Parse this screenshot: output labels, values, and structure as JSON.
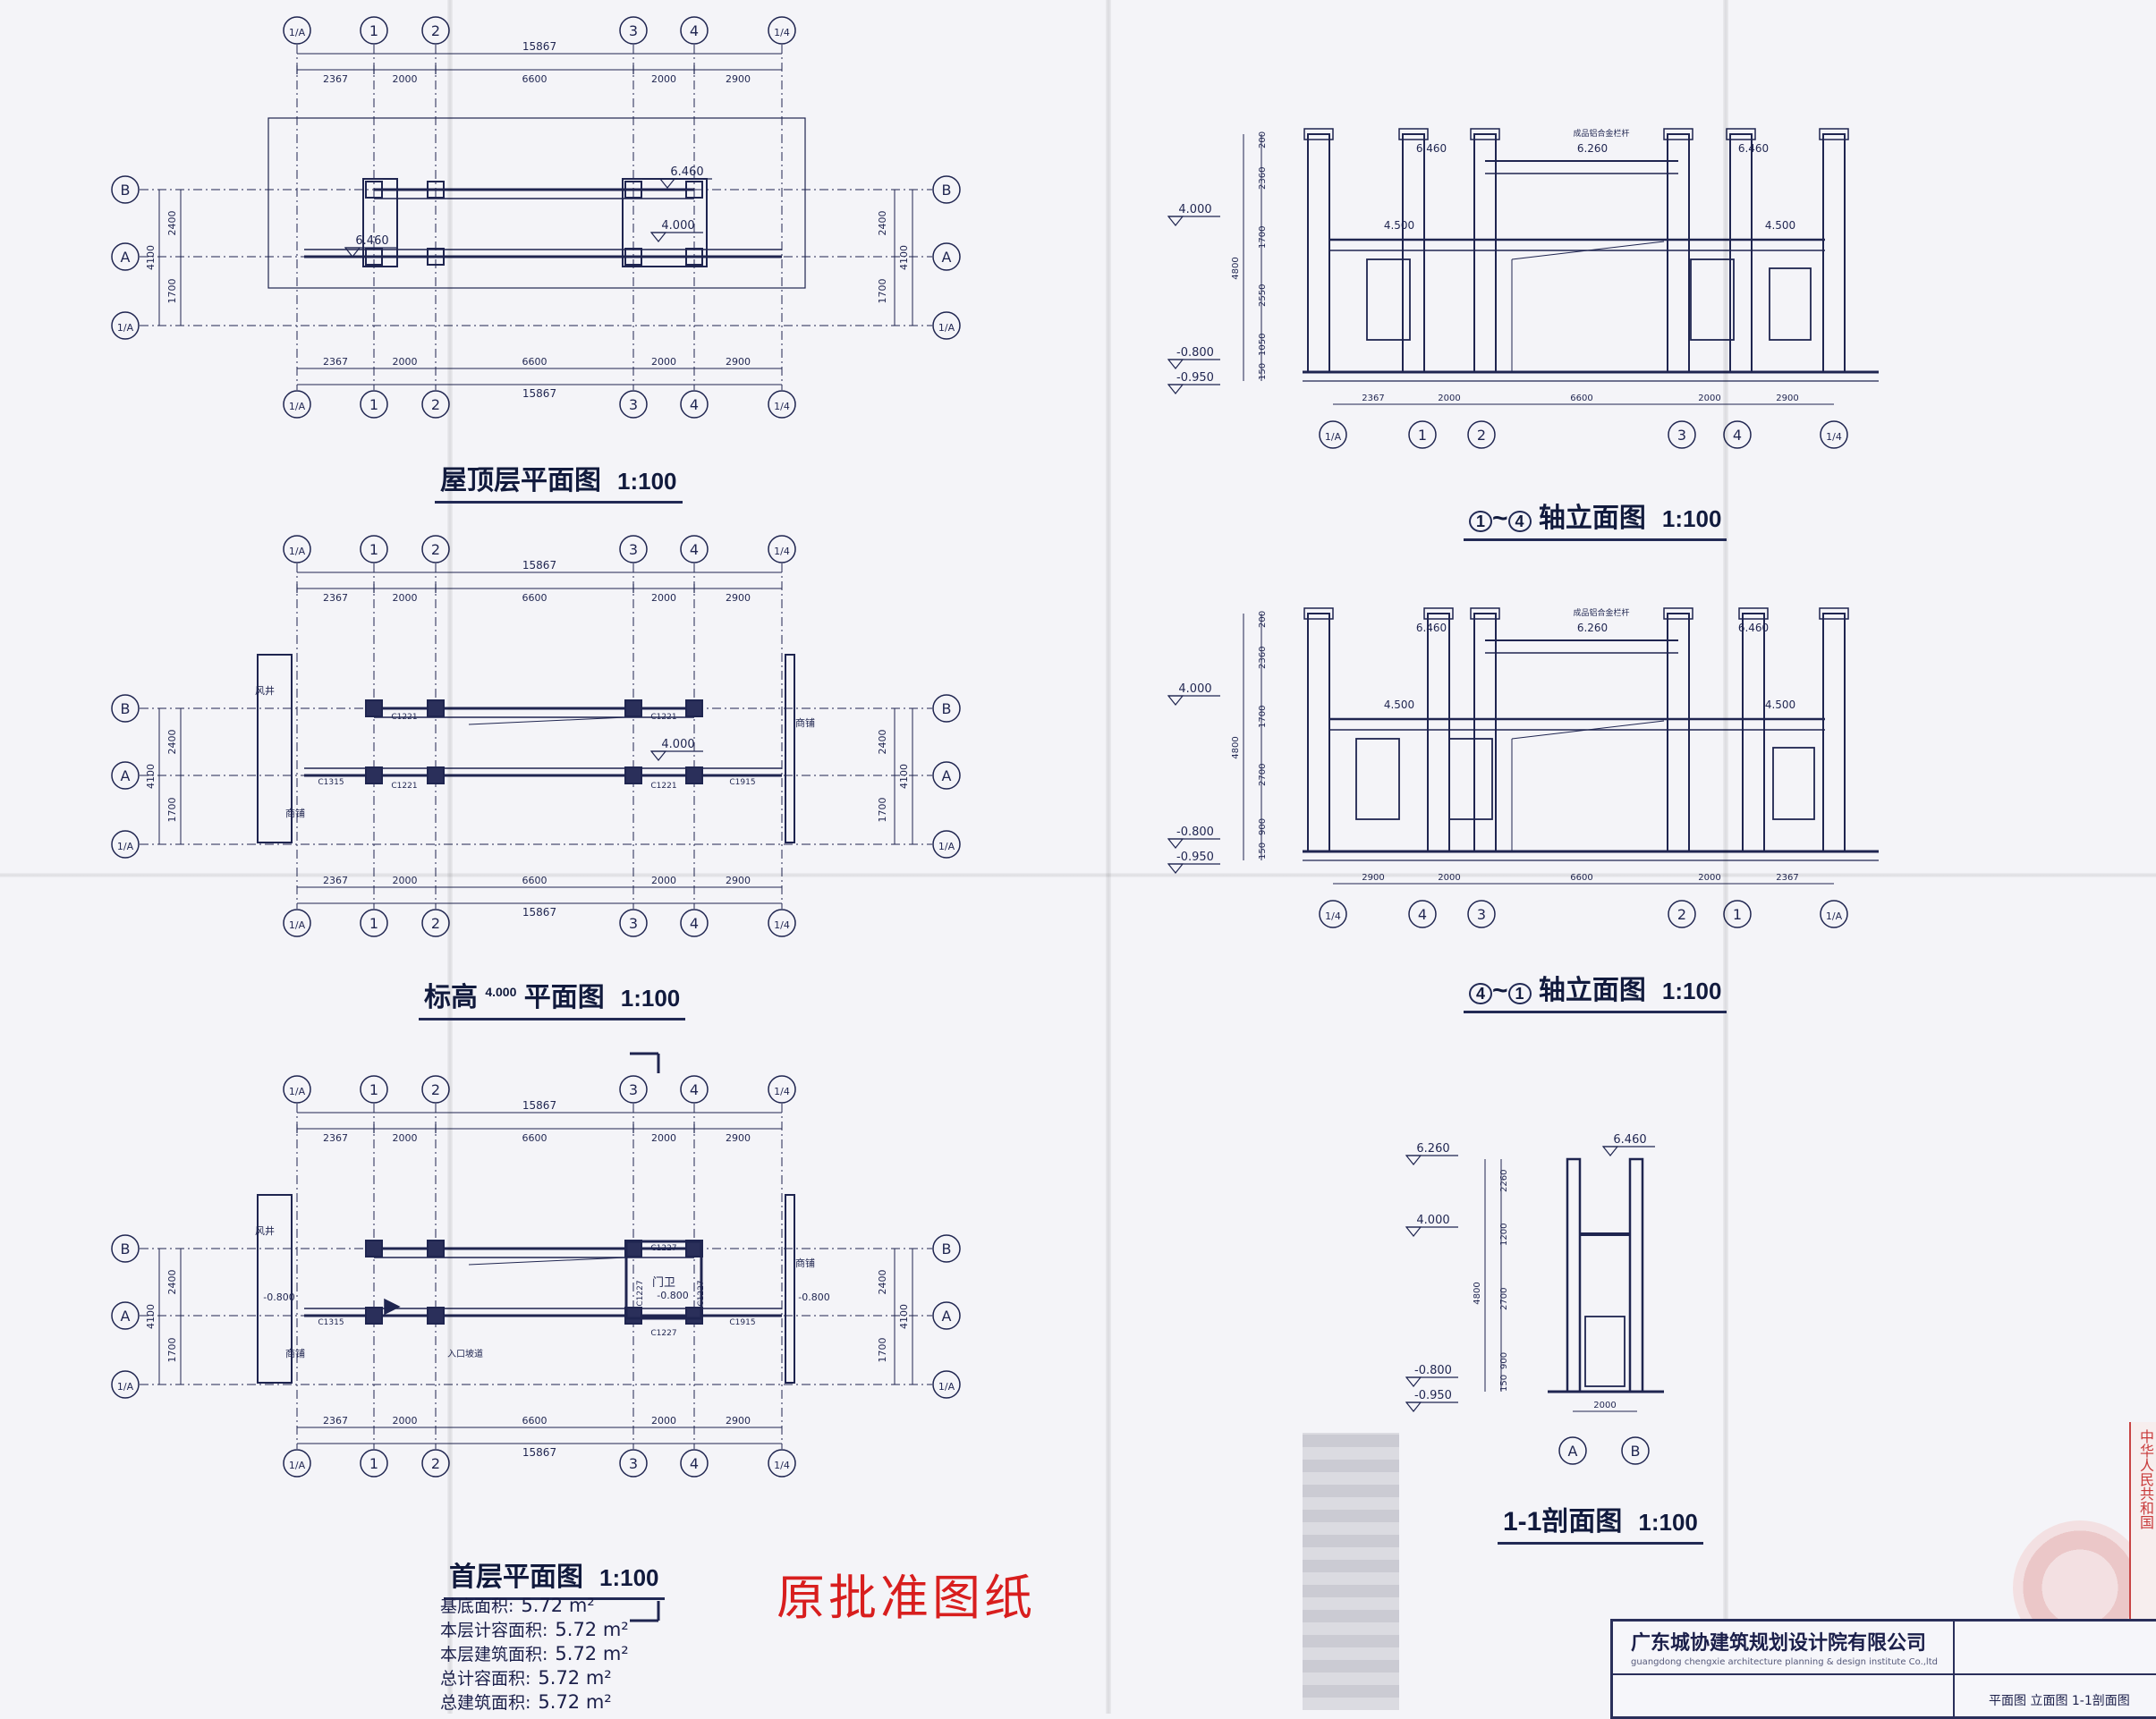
{
  "titles": {
    "roof_plan": "屋顶层平面图",
    "elev_plan": "标高",
    "elev_plan_level": "4.000",
    "elev_plan_suffix": "平面图",
    "ground_plan": "首层平面图",
    "elev_1_4_a": "1",
    "elev_1_4_b": "4",
    "elev_1_4": "轴立面图",
    "elev_4_1_a": "4",
    "elev_4_1_b": "1",
    "elev_4_1": "轴立面图",
    "section": "1-1剖面图",
    "scale": "1:100"
  },
  "plan": {
    "axes_top": [
      "1/A",
      "1",
      "2",
      "3",
      "4",
      "1/4"
    ],
    "axes_side": [
      "B",
      "A",
      "1/A"
    ],
    "dims": [
      "2367",
      "2000",
      "6600",
      "2000",
      "2900"
    ],
    "total": "15867",
    "side_dims_left": [
      "2400",
      "4100",
      "1700"
    ],
    "side_dims_right": [
      "2400",
      "4100",
      "1700"
    ],
    "levels_roof": [
      "6.460",
      "6.460",
      "4.000"
    ],
    "level_mid": "4.000",
    "level_ground": "-0.800",
    "windows": [
      "C1221",
      "C1221",
      "C1221",
      "C1221",
      "C1315",
      "C1915"
    ],
    "ground_windows": [
      "C1227",
      "C1227",
      "C1227",
      "C1227",
      "C1315",
      "C1915"
    ],
    "room_wind": "风井",
    "room_store": "商铺",
    "guard_room": "门卫",
    "stair_note": "入口坡道"
  },
  "elevation": {
    "levels_left": [
      "4.000",
      "-0.800",
      "-0.950"
    ],
    "top_levels": [
      "6.460",
      "6.260",
      "6.460"
    ],
    "mid_level": "4.500",
    "mid_level_2": "4.500",
    "vert_dims": [
      "200",
      "2360",
      "1700",
      "2550",
      "1050",
      "150"
    ],
    "vert_total": "4800",
    "vert_dims_2": [
      "200",
      "2360",
      "1700",
      "2700",
      "900",
      "150"
    ],
    "vert_total_2": "4800",
    "bottom_dims": [
      "2367",
      "2000",
      "6600",
      "2000",
      "2900"
    ],
    "bottom_dims_2": [
      "2900",
      "2000",
      "6600",
      "2000",
      "2367"
    ],
    "axes": [
      "1/A",
      "1",
      "2",
      "3",
      "4",
      "1/4"
    ],
    "axes_2": [
      "1/4",
      "4",
      "3",
      "2",
      "1",
      "1/A"
    ],
    "note": "成品铝合金栏杆"
  },
  "section": {
    "levels": [
      "6.260",
      "6.460",
      "4.000",
      "-0.800",
      "-0.950"
    ],
    "vert_dims": [
      "2260",
      "1200",
      "2700",
      "900",
      "150"
    ],
    "vert_total": "4800",
    "width": "2000",
    "axes": [
      "A",
      "B"
    ]
  },
  "areas": [
    {
      "label": "基底面积:",
      "value": "5.72 m²"
    },
    {
      "label": "本层计容面积:",
      "value": "5.72 m²"
    },
    {
      "label": "本层建筑面积:",
      "value": "5.72 m²"
    },
    {
      "label": "总计容面积:",
      "value": "5.72 m²"
    },
    {
      "label": "总建筑面积:",
      "value": "5.72 m²"
    }
  ],
  "approval": "原批准图纸",
  "title_block": {
    "company": "广东城协建筑规划设计院有限公司",
    "company_en": "guangdong chengxie architecture planning & design institute Co.,ltd",
    "drawing": "平面图 立面图 1-1剖面图"
  },
  "stamp_text": "中华人民共和国"
}
